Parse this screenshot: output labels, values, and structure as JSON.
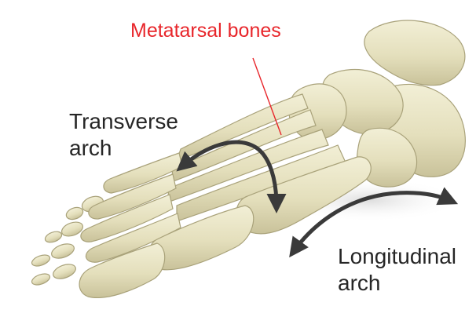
{
  "labels": {
    "metatarsal": "Metatarsal bones",
    "transverse": "Transverse\narch",
    "longitudinal": "Longitudinal\narch"
  },
  "colors": {
    "bone_fill": "#e8e4c4",
    "bone_shadow": "#c7c19a",
    "bone_outline": "#a9a27a",
    "label_accent": "#e8262b",
    "label_text": "#262626",
    "arrow": "#3a3a3a"
  }
}
